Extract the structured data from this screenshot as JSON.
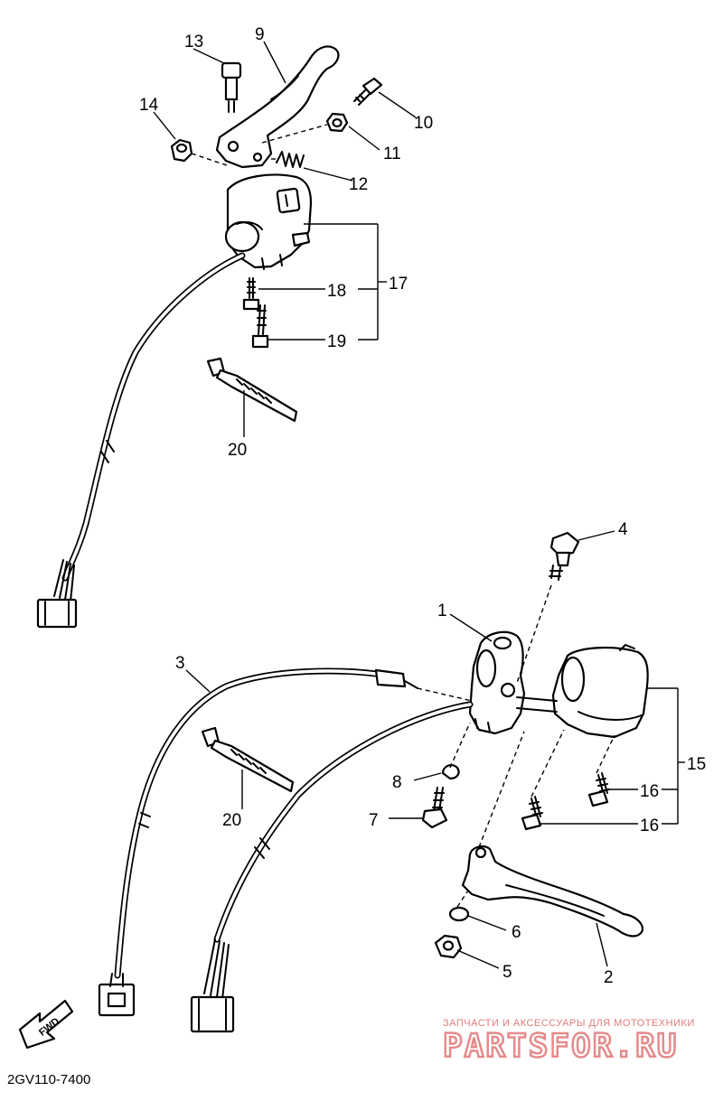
{
  "diagram": {
    "callouts": {
      "c1": "1",
      "c2": "2",
      "c3": "3",
      "c4": "4",
      "c5": "5",
      "c6": "6",
      "c7": "7",
      "c8": "8",
      "c9": "9",
      "c10": "10",
      "c11": "11",
      "c12": "12",
      "c13": "13",
      "c14": "14",
      "c15": "15",
      "c16a": "16",
      "c16b": "16",
      "c17": "17",
      "c18": "18",
      "c19": "19",
      "c20a": "20",
      "c20b": "20"
    },
    "direction_label": "FWD",
    "diagram_code": "2GV110-7400",
    "watermark": {
      "tagline": "ЗАПЧАСТИ И АКСЕССУАРЫ ДЛЯ МОТОТЕХНИКИ",
      "logo_text": "PARTSFOR.RU"
    }
  }
}
